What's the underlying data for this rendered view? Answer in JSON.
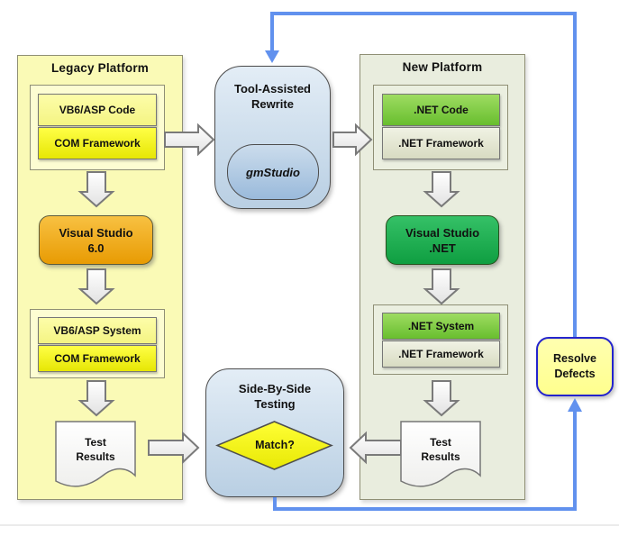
{
  "legacy": {
    "title": "Legacy Platform",
    "code_stack": {
      "top": "VB6/ASP Code",
      "bottom": "COM Framework"
    },
    "ide": {
      "line1": "Visual Studio",
      "line2": "6.0"
    },
    "system_stack": {
      "top": "VB6/ASP System",
      "bottom": "COM Framework"
    },
    "doc": {
      "line1": "Test",
      "line2": "Results"
    }
  },
  "rewrite": {
    "line1": "Tool-Assisted",
    "line2": "Rewrite",
    "tool": "gmStudio"
  },
  "new_platform": {
    "title": "New Platform",
    "code_stack": {
      "top": ".NET Code",
      "bottom": ".NET Framework"
    },
    "ide": {
      "line1": "Visual Studio",
      "line2": ".NET"
    },
    "system_stack": {
      "top": ".NET System",
      "bottom": ".NET Framework"
    },
    "doc": {
      "line1": "Test",
      "line2": "Results"
    }
  },
  "testing": {
    "line1": "Side-By-Side",
    "line2": "Testing",
    "decision": "Match?"
  },
  "resolve": {
    "line1": "Resolve",
    "line2": "Defects"
  },
  "colors": {
    "legacy_fill": "#fafab6",
    "highlight_yellow": "#f0f005",
    "vs6_orange": "#eda413",
    "new_fill": "#e9edde",
    "net_green": "#76c73d",
    "vs_net_green": "#17a84b",
    "process_blue_fill": "#cfdfee",
    "connector_blue": "#6191ee",
    "decision_yellow": "#f2f207",
    "resolve_fill": "#ffff9c",
    "resolve_border": "#2424cd"
  }
}
